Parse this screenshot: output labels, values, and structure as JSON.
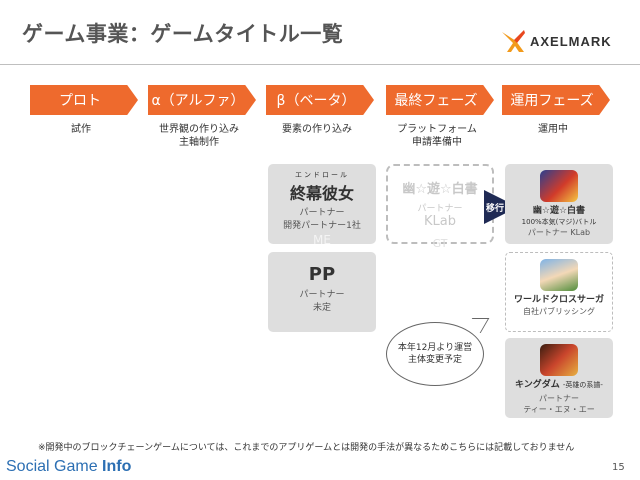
{
  "header": {
    "title": "ゲーム事業：ゲームタイトル一覧",
    "logo_text": "AXELMARK"
  },
  "phases": [
    {
      "label": "プロト",
      "desc": "試作"
    },
    {
      "label": "α（アルファ）",
      "desc": "世界観の作り込み\n主軸制作"
    },
    {
      "label": "β（ベータ）",
      "desc": "要素の作り込み"
    },
    {
      "label": "最終フェーズ",
      "desc": "プラットフォーム\n申請準備中"
    },
    {
      "label": "運用フェーズ",
      "desc": "運用中"
    }
  ],
  "beta_cards": [
    {
      "ruby": "エンドロール",
      "title": "終幕彼女",
      "partner_label": "パートナー",
      "partner": "開発パートナー1社",
      "ghost": "ME"
    },
    {
      "title": "PP",
      "partner_label": "パートナー",
      "partner": "未定"
    }
  ],
  "final_card": {
    "title": "幽☆遊☆白書",
    "partner_label": "パートナー",
    "partner": "KLab",
    "ghost": "GT"
  },
  "move_label": "移行",
  "games": [
    {
      "title": "幽☆遊☆白書",
      "sub": "100%本気(マジ)バトル",
      "partner": "パートナー KLab"
    },
    {
      "title": "ワールドクロスサーガ",
      "partner": "自社パブリッシング"
    },
    {
      "title": "キングダム",
      "sub": "-英雄の系譜-",
      "partner_label": "パートナー",
      "partner": "ティー・エヌ・エー"
    }
  ],
  "bubble": "本年12月より運営\n主体変更予定",
  "footnote": "※開発中のブロックチェーンゲームについては、これまでのアプリゲームとは開発の手法が異なるためこちらには記載しておりません",
  "footer": {
    "brand_a": "Social Game ",
    "brand_b": "Info",
    "page": "15"
  },
  "colors": {
    "accent": "#ee6a2d",
    "move_arrow": "#1f2a54",
    "brand": "#2c6fb3"
  }
}
